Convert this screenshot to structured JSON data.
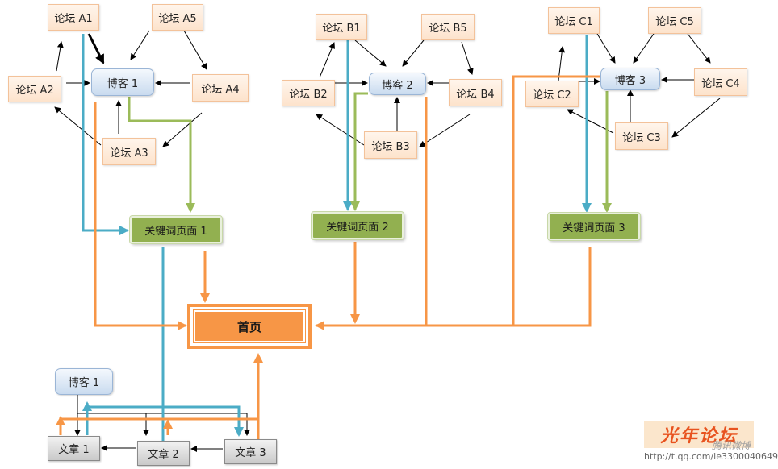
{
  "forums": {
    "a1": "论坛 A1",
    "a2": "论坛 A2",
    "a3": "论坛 A3",
    "a4": "论坛 A4",
    "a5": "论坛 A5",
    "b1": "论坛 B1",
    "b2": "论坛 B2",
    "b3": "论坛 B3",
    "b4": "论坛 B4",
    "b5": "论坛 B5",
    "c1": "论坛 C1",
    "c2": "论坛 C2",
    "c3": "论坛 C3",
    "c4": "论坛 C4",
    "c5": "论坛 C5"
  },
  "blogs": {
    "b1": "博客 1",
    "b2": "博客 2",
    "b3": "博客 3",
    "bottom": "博客 1"
  },
  "keywords": {
    "k1": "关键词页面 1",
    "k2": "关键词页面 2",
    "k3": "关键词页面 3"
  },
  "home": "首页",
  "articles": {
    "a1": "文章 1",
    "a2": "文章 2",
    "a3": "文章 3"
  },
  "watermark": {
    "logo": "光年论坛",
    "site": "http://t.qq.com/le3300040649",
    "overlay": "腾讯微博"
  },
  "colors": {
    "blue": "#4bacc6",
    "green": "#9bbb59",
    "orange": "#f79646",
    "black": "#000000"
  }
}
